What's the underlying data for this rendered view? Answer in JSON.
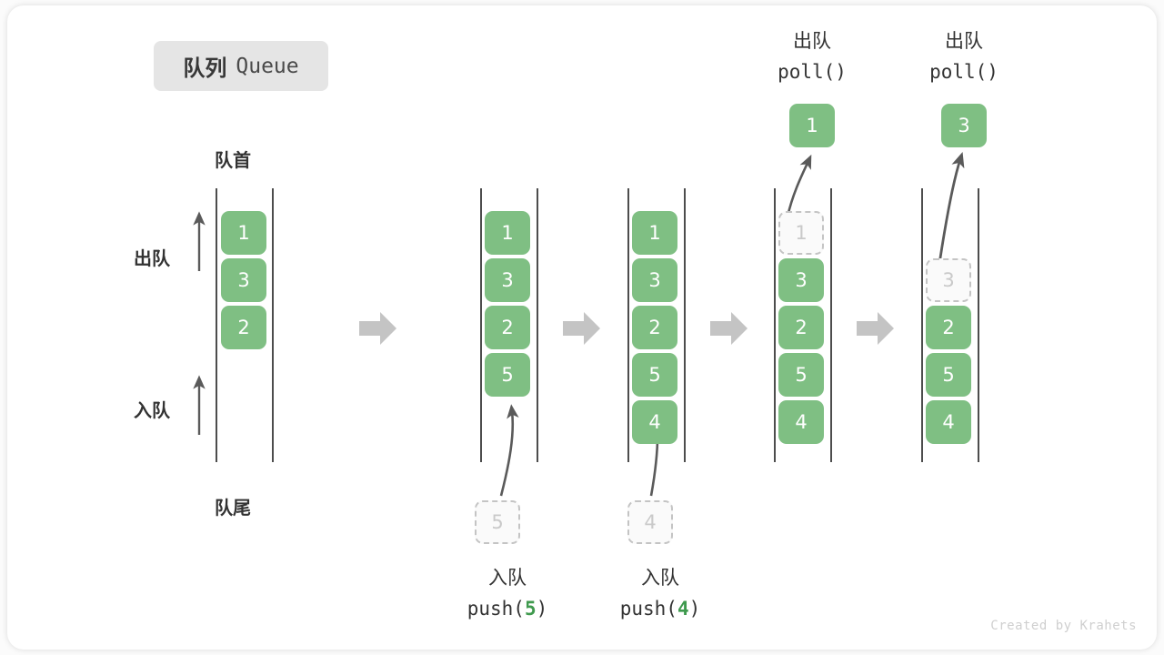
{
  "title": {
    "cn": "队列",
    "en": "Queue"
  },
  "labels": {
    "head": "队首",
    "tail": "队尾",
    "side_out": "出队",
    "side_in": "入队"
  },
  "watermark": "Created by Krahets",
  "colors": {
    "cell_green": "#7fbf83",
    "ghost_border": "#c4c4c4",
    "ghost_text": "#c9c9c9",
    "rail": "#4d4d4d",
    "block_arrow": "#c4c4c4",
    "highlight_green": "#3f9a4e",
    "badge_bg": "#e5e5e5",
    "text": "#333333"
  },
  "columns": [
    {
      "name": "initial-queue",
      "cells": [
        "1",
        "3",
        "2"
      ],
      "ghost": null,
      "caption": null
    },
    {
      "name": "after-push-5",
      "cells": [
        "1",
        "3",
        "2",
        "5"
      ],
      "ghost": "5",
      "caption": {
        "cn": "入队",
        "code_prefix": "push(",
        "code_value": "5",
        "code_suffix": ")",
        "position": "bottom"
      }
    },
    {
      "name": "after-push-4",
      "cells": [
        "1",
        "3",
        "2",
        "5",
        "4"
      ],
      "ghost": "4",
      "caption": {
        "cn": "入队",
        "code_prefix": "push(",
        "code_value": "4",
        "code_suffix": ")",
        "position": "bottom"
      }
    },
    {
      "name": "after-poll-1",
      "cells": [
        "3",
        "2",
        "5",
        "4"
      ],
      "ghost": "1",
      "popped": "1",
      "caption": {
        "cn": "出队",
        "code_prefix": "poll(",
        "code_value": "",
        "code_suffix": ")",
        "position": "top"
      }
    },
    {
      "name": "after-poll-3",
      "cells": [
        "2",
        "5",
        "4"
      ],
      "ghost": "3",
      "popped": "3",
      "caption": {
        "cn": "出队",
        "code_prefix": "poll(",
        "code_value": "",
        "code_suffix": ")",
        "position": "top"
      }
    }
  ],
  "block_arrows": [
    {
      "name": "step-arrow-1"
    },
    {
      "name": "step-arrow-2"
    },
    {
      "name": "step-arrow-3"
    },
    {
      "name": "step-arrow-4"
    }
  ]
}
